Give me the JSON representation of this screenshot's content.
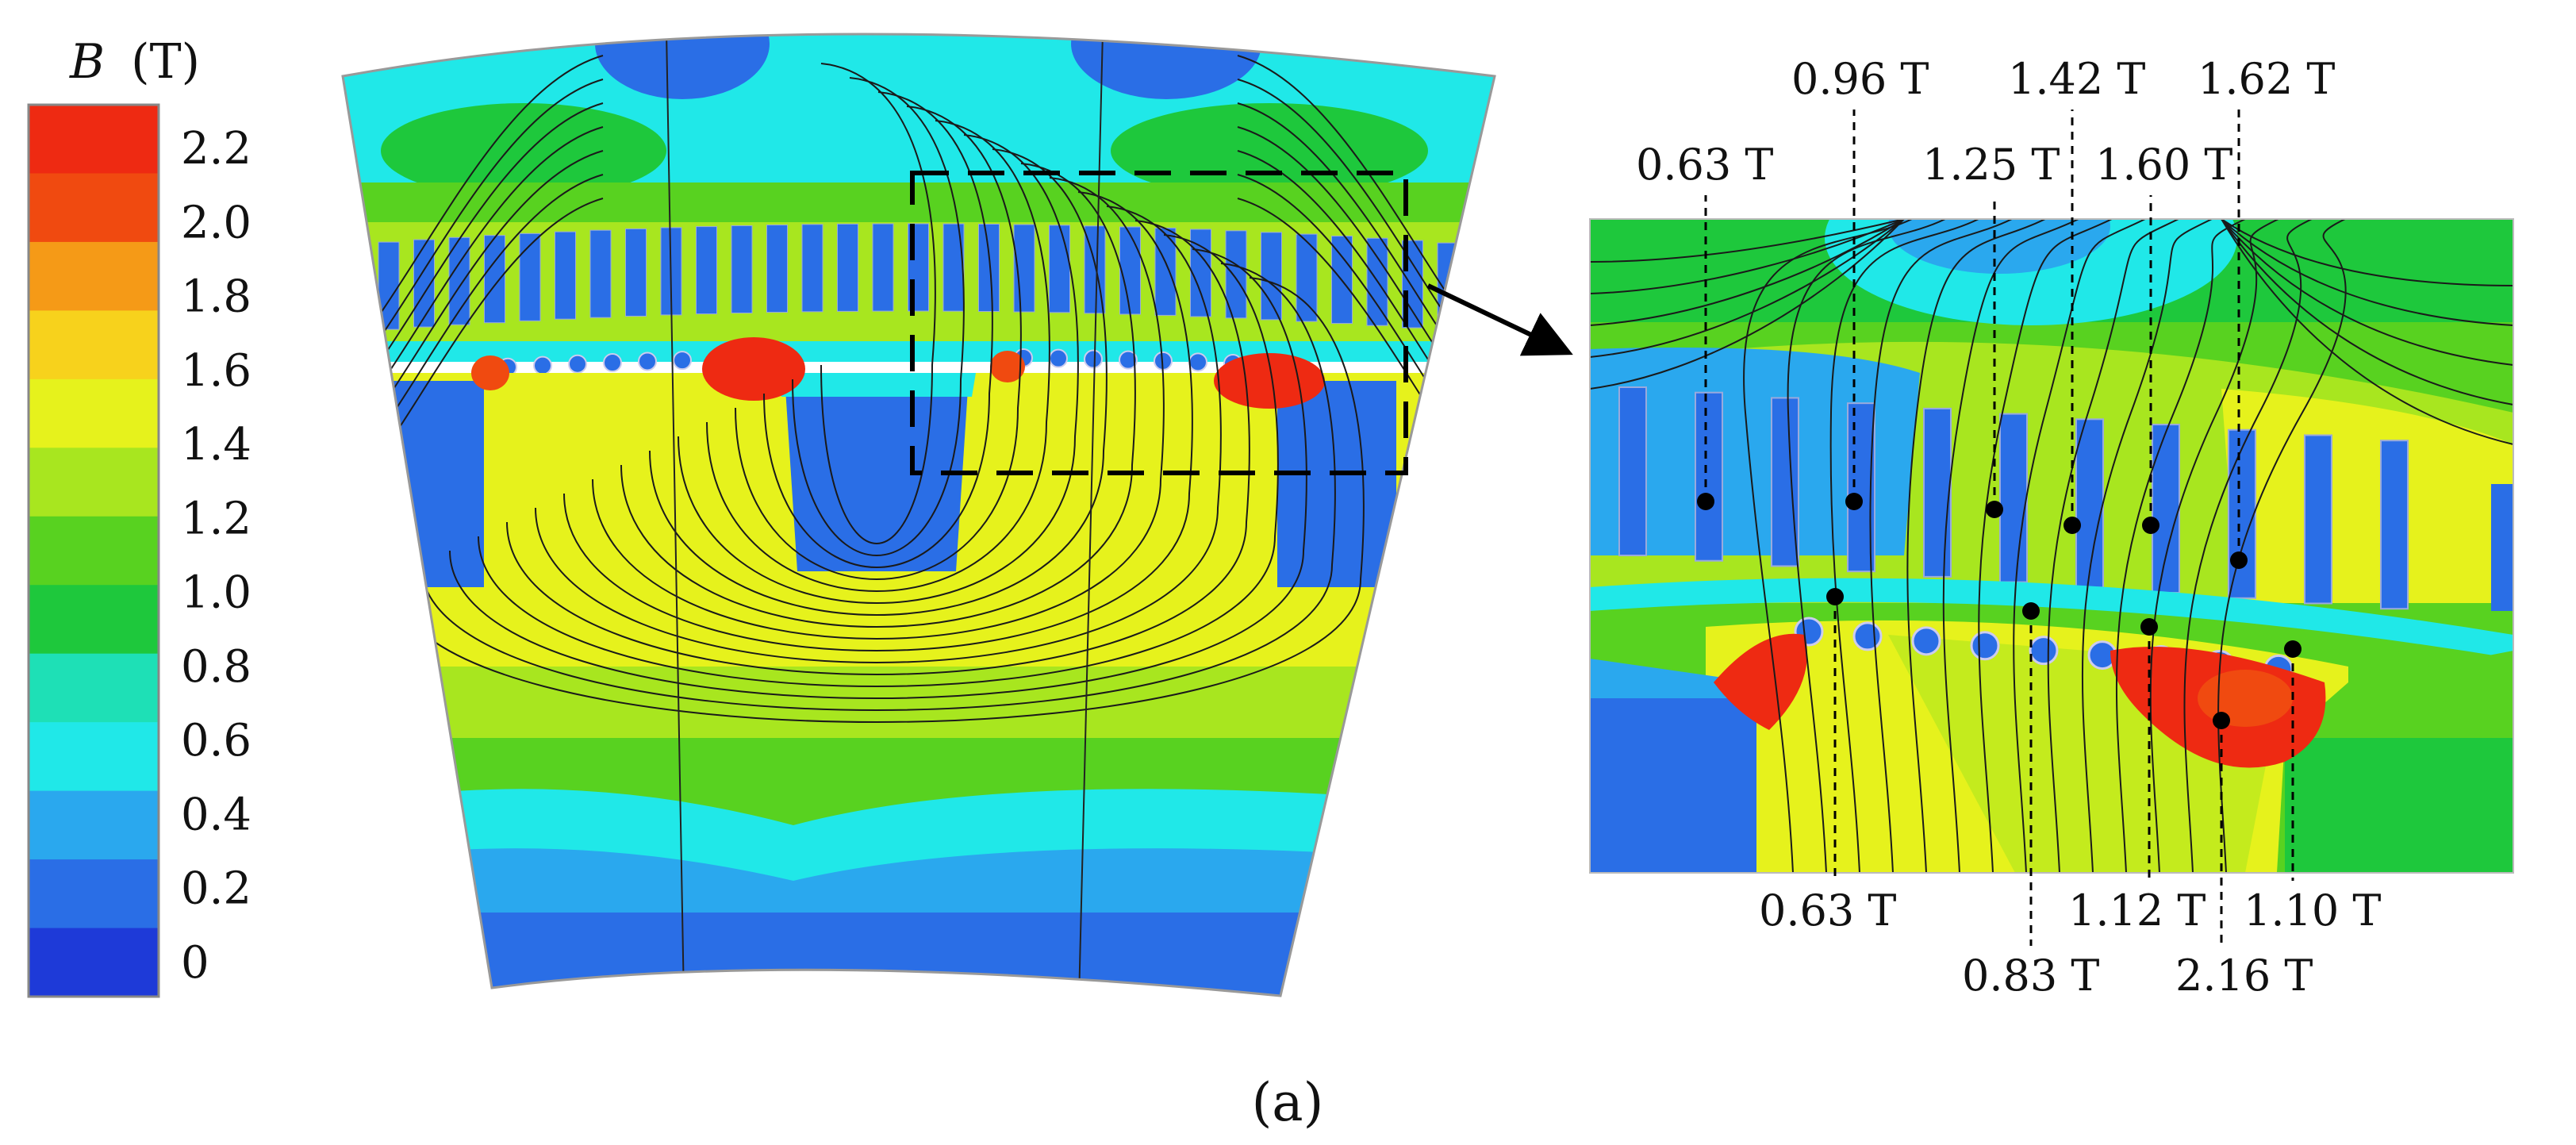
{
  "colorbar": {
    "title_symbol": "B",
    "title_unit": "(T)",
    "ticks": [
      "2.2",
      "2.0",
      "1.8",
      "1.6",
      "1.4",
      "1.2",
      "1.0",
      "0.8",
      "0.6",
      "0.4",
      "0.2",
      "0"
    ],
    "bands": [
      "#ee2a12",
      "#f04a10",
      "#f59a17",
      "#f7d21c",
      "#e6f21c",
      "#a8e61f",
      "#58d220",
      "#1ec83c",
      "#1ee0b6",
      "#20e8e8",
      "#2aa8ee",
      "#2a6ee6",
      "#1e3ad8"
    ]
  },
  "zoom_annotations": [
    {
      "text": "0.63 T",
      "pos": "top"
    },
    {
      "text": "0.96 T",
      "pos": "top"
    },
    {
      "text": "1.25 T",
      "pos": "top"
    },
    {
      "text": "1.42 T",
      "pos": "top"
    },
    {
      "text": "1.60 T",
      "pos": "top"
    },
    {
      "text": "1.62 T",
      "pos": "top"
    },
    {
      "text": "0.63 T",
      "pos": "bottom"
    },
    {
      "text": "0.83 T",
      "pos": "bottom"
    },
    {
      "text": "1.12 T",
      "pos": "bottom"
    },
    {
      "text": "2.16 T",
      "pos": "bottom"
    },
    {
      "text": "1.10 T",
      "pos": "bottom"
    }
  ],
  "caption": "(a)",
  "colors": {
    "steel_high": "#e6f21c",
    "steel_mid": "#58d220",
    "steel_low": "#20e8e8",
    "saturated": "#ee2a12",
    "slot": "#2a6ee6",
    "flux_line": "#1a1a1a"
  }
}
